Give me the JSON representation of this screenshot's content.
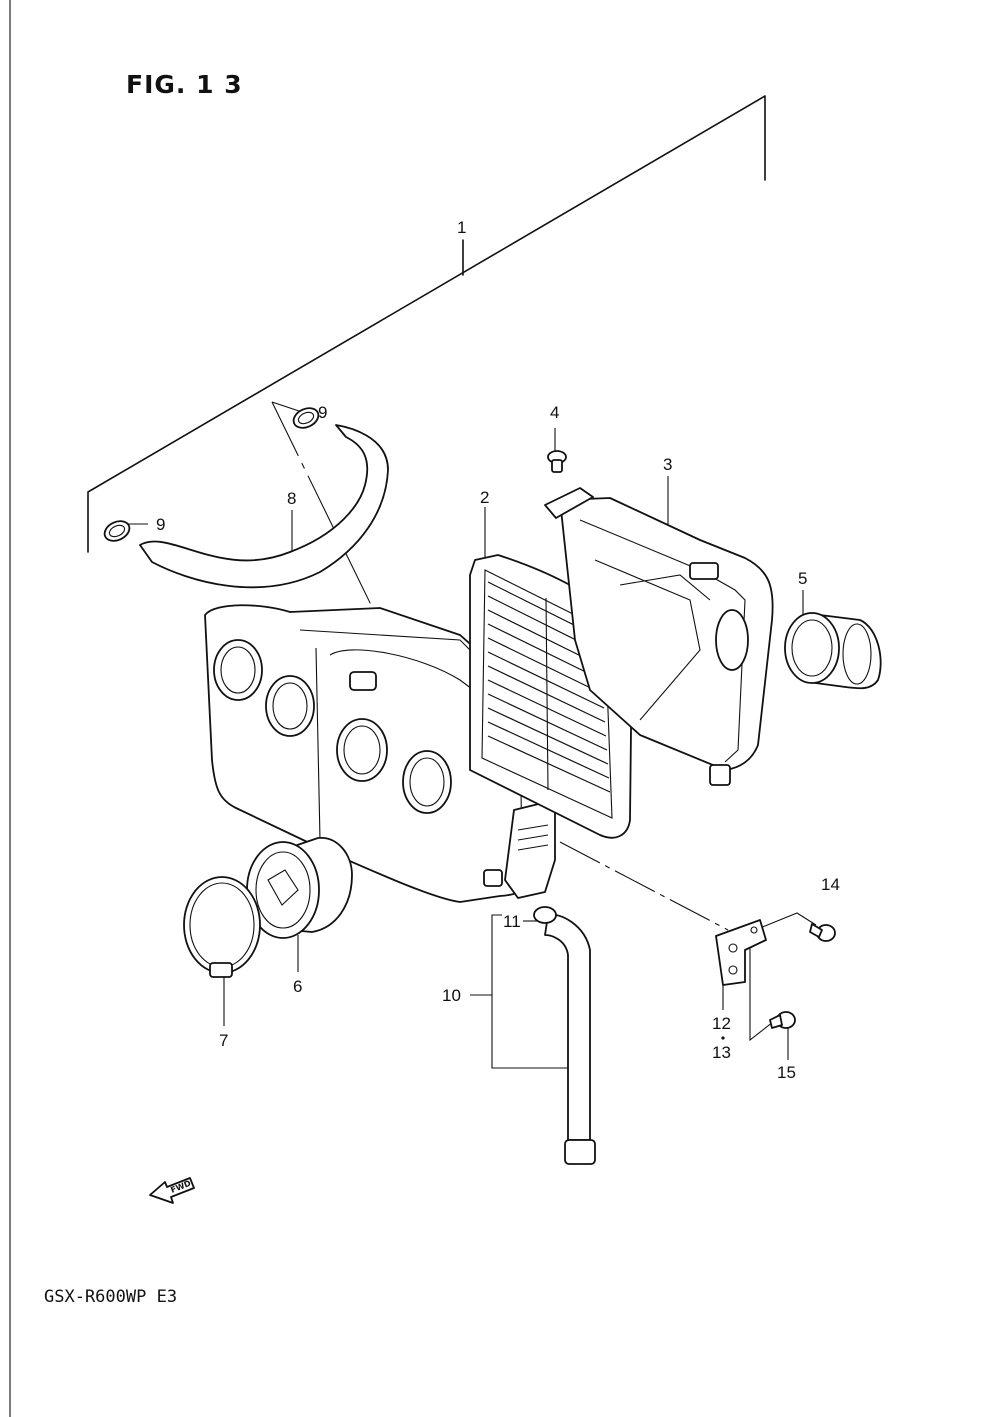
{
  "figure": {
    "title": "FIG. 1 3",
    "model_code": "GSX-R600WP  E3"
  },
  "callouts": [
    {
      "id": "1",
      "text": "1"
    },
    {
      "id": "2",
      "text": "2"
    },
    {
      "id": "3",
      "text": "3"
    },
    {
      "id": "4",
      "text": "4"
    },
    {
      "id": "5",
      "text": "5"
    },
    {
      "id": "6",
      "text": "6"
    },
    {
      "id": "7",
      "text": "7"
    },
    {
      "id": "8",
      "text": "8"
    },
    {
      "id": "9a",
      "text": "9"
    },
    {
      "id": "9b",
      "text": "9"
    },
    {
      "id": "10",
      "text": "10"
    },
    {
      "id": "11",
      "text": "11"
    },
    {
      "id": "12",
      "text": "12"
    },
    {
      "id": "13",
      "text": "13"
    },
    {
      "id": "14",
      "text": "14"
    },
    {
      "id": "15",
      "text": "15"
    }
  ],
  "fwd_arrow": {
    "label": "FWD"
  },
  "parts": [
    {
      "name": "air-cleaner-case-assembly",
      "ref": "1"
    },
    {
      "name": "air-filter-element",
      "ref": "2"
    },
    {
      "name": "air-cleaner-cap",
      "ref": "3"
    },
    {
      "name": "screw",
      "ref": "4"
    },
    {
      "name": "inlet-duct",
      "ref": "5"
    },
    {
      "name": "outlet-tube",
      "ref": "6"
    },
    {
      "name": "clamp",
      "ref": "7"
    },
    {
      "name": "breather-hose",
      "ref": "8"
    },
    {
      "name": "hose-clip",
      "ref": "9"
    },
    {
      "name": "drain-hose",
      "ref": "10"
    },
    {
      "name": "drain-clip",
      "ref": "11"
    },
    {
      "name": "bracket",
      "ref": "12"
    },
    {
      "name": "bracket",
      "ref": "13"
    },
    {
      "name": "bolt",
      "ref": "14"
    },
    {
      "name": "bolt",
      "ref": "15"
    }
  ]
}
